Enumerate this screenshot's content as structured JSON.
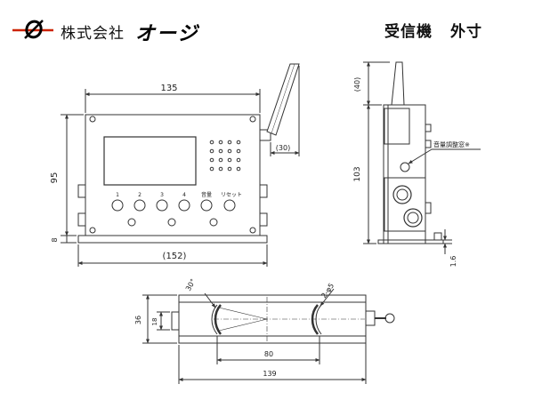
{
  "header": {
    "company_name": "株式会社",
    "brand_name": "オージ",
    "title_main": "受信機",
    "title_sub": "外寸"
  },
  "front_view": {
    "dim_width": "135",
    "dim_height": "95",
    "dim_base": "8",
    "dim_overall": "(152)",
    "dim_antenna": "(30)",
    "button_labels": [
      "1",
      "2",
      "3",
      "4",
      "音量",
      "リセット"
    ]
  },
  "side_view": {
    "dim_antenna": "(40)",
    "dim_height": "103",
    "dim_base": "1.6",
    "callout": "音量調整窓※"
  },
  "bottom_view": {
    "dim_angle": "30°",
    "dim_holes": "2-φ5",
    "dim_height": "36",
    "dim_inner": "18",
    "dim_spacing": "80",
    "dim_length": "139"
  },
  "colors": {
    "line": "#333333",
    "logo_red": "#cc2200"
  }
}
